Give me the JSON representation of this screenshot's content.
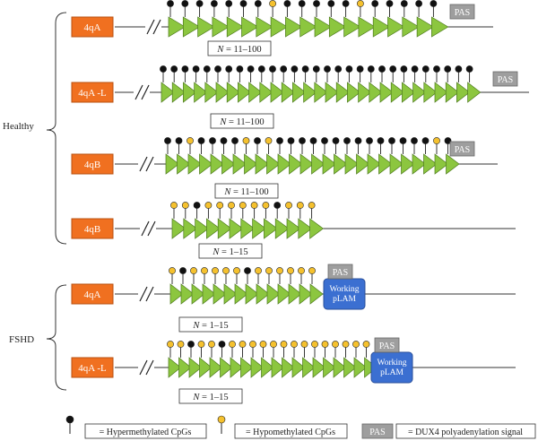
{
  "groups": [
    {
      "label": "Healthy"
    },
    {
      "label": "FSHD"
    }
  ],
  "rows": [
    {
      "allele": "4qA",
      "units": 19,
      "meth": "HHHHHHHOHHHHHOHHHHHOHHHHOHHHHH",
      "n_label": "11–100",
      "pas": "PAS",
      "working_plam": ""
    },
    {
      "allele": "4qA -L",
      "units": 29,
      "meth": "HHHHHHHHHHHHHHHHHHHHHHHHHHHHHH",
      "n_label": "11–100",
      "pas": "PAS",
      "working_plam": ""
    },
    {
      "allele": "4qB",
      "units": 26,
      "meth": "HHOHHHHOHOHHHHHHHHHHHHHHOHOHOH",
      "n_label": "11–100",
      "pas": "PAS",
      "working_plam": ""
    },
    {
      "allele": "4qB",
      "units": 13,
      "meth": "OOHOOOOOOHOOOOOOOOOOOOOOOOOOOO",
      "n_label": "1–15",
      "pas": "",
      "working_plam": ""
    },
    {
      "allele": "4qA",
      "units": 14,
      "meth": "OHOOOOOHOOOOOOOOOOOOOOOOOOOOOO",
      "n_label": "1–15",
      "pas": "PAS",
      "working_plam": "Working pLAM"
    },
    {
      "allele": "4qA -L",
      "units": 20,
      "meth": "OOHOOHOOOOOOOOOOOOOOOOOOOOOOOO",
      "n_label": "1–15",
      "pas": "PAS",
      "working_plam": "Working pLAM"
    }
  ],
  "n_prefix": "N",
  "n_equals": " = ",
  "legend": {
    "hyper": "= Hypermethylated CpGs",
    "hypo": "= Hypomethylated CpGs",
    "pas_box": "PAS",
    "pas_desc": "= DUX4 polyadenylation signal"
  },
  "colors": {
    "allele_box": "#f07020",
    "allele_box_border": "#b85010",
    "repeat": "#8cc63f",
    "repeat_border": "#4d7a1c",
    "hyper": "#111111",
    "hypo": "#f5c12e",
    "pas_box": "#9e9e9e",
    "plam": "#3b6fd1"
  }
}
